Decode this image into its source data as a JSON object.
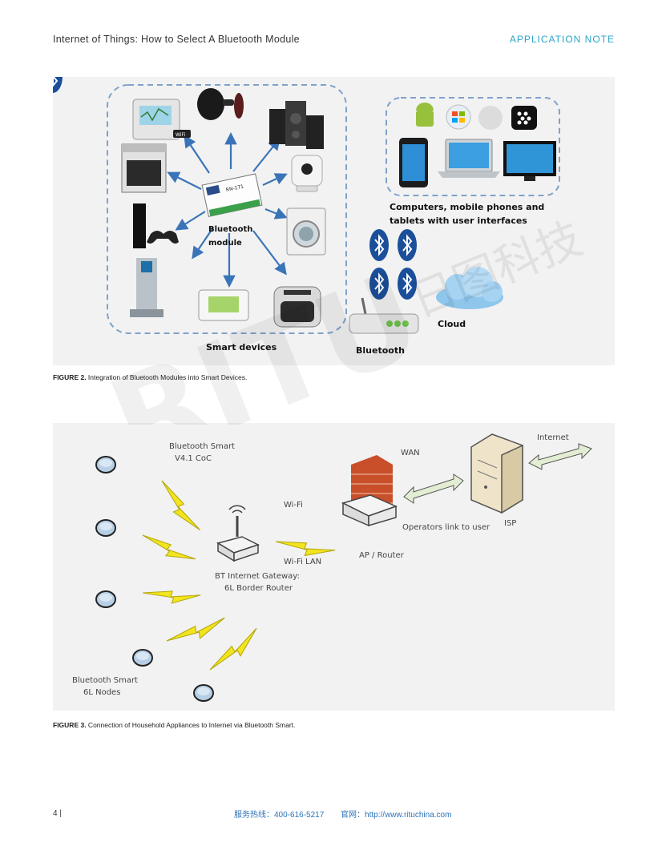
{
  "header": {
    "title": "Internet of Things: How to Select A Bluetooth Module",
    "tag": "APPLICATION NOTE"
  },
  "figure2": {
    "module_label_1": "Bluetooth",
    "module_label_2": "module",
    "chip_label": "RN-171",
    "smart_devices_label": "Smart devices",
    "computers_label_1": "Computers, mobile phones and",
    "computers_label_2": "tablets with user interfaces",
    "cloud_label": "Cloud",
    "bluetooth_label": "Bluetooth",
    "wifi_badge": "WiFi",
    "caption_prefix": "FIGURE 2.",
    "caption_text": " Integration of Bluetooth Modules into Smart Devices."
  },
  "figure3": {
    "bt_smart_label_1": "Bluetooth Smart",
    "bt_smart_label_2": "V4.1 CoC",
    "wifi_label": "Wi-Fi",
    "wifi_lan_label": "Wi-Fi LAN",
    "gateway_label_1": "BT Internet Gateway:",
    "gateway_label_2": "6L Border Router",
    "ap_router_label": "AP / Router",
    "wan_label": "WAN",
    "operators_label": "Operators link to user",
    "isp_label": "ISP",
    "internet_label": "Internet",
    "nodes_label_1": "Bluetooth Smart",
    "nodes_label_2": "6L Nodes",
    "caption_prefix": "FIGURE 3.",
    "caption_text": " Connection of Household Appliances to Internet via Bluetooth Smart."
  },
  "watermark": {
    "latin": "RITU",
    "cjk": "日图科技"
  },
  "footer": {
    "page": "4  |",
    "hotline": "服务热线：400-616-5217",
    "website": "官网：http://www.rituchina.com"
  },
  "colors": {
    "accent": "#2aa6c9",
    "arrow_blue": "#3a74b8",
    "dashed_border": "#7fa2c9",
    "bolt_yellow": "#f2e51e",
    "bt_blue": "#1b4f9a"
  }
}
